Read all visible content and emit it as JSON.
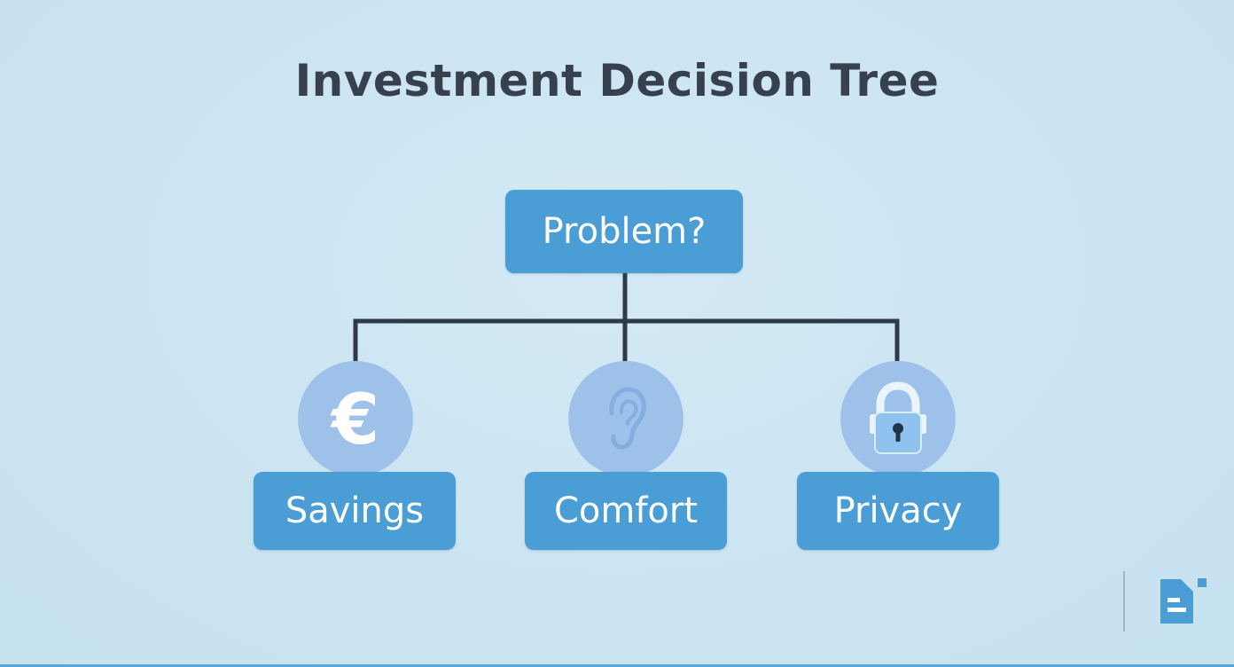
{
  "title": "Investment Decision Tree",
  "root": {
    "label": "Problem?"
  },
  "branches": [
    {
      "label": "Savings",
      "icon": "euro-icon"
    },
    {
      "label": "Comfort",
      "icon": "ear-icon"
    },
    {
      "label": "Privacy",
      "icon": "padlock-icon"
    }
  ],
  "colors": {
    "background": "#cfe6f3",
    "box": "#4b9ed5",
    "icon_circle": "#9ec1e9",
    "connector": "#2f3a48",
    "title": "#36404f"
  },
  "brand_icon": "document-logo-icon"
}
